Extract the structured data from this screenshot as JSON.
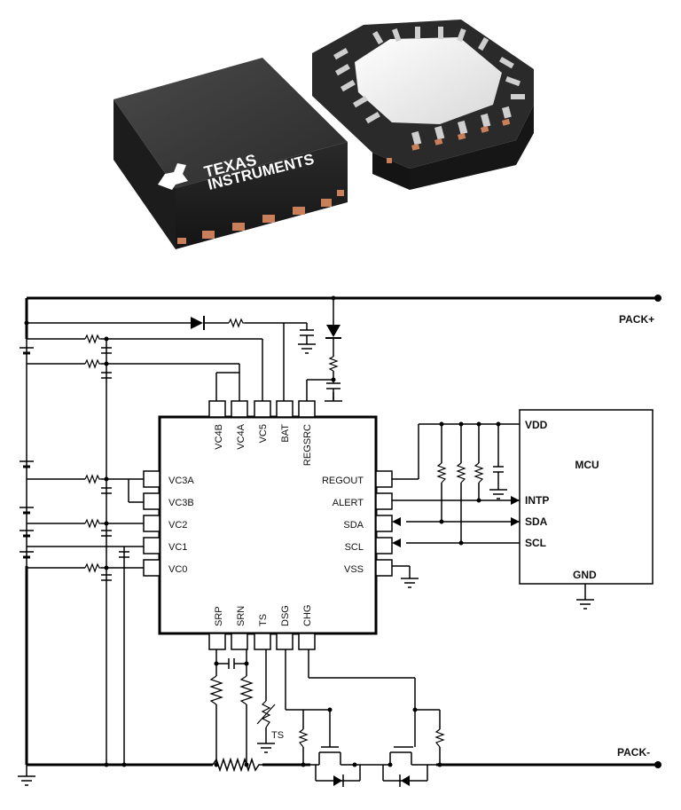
{
  "brand": {
    "line1": "TEXAS",
    "line2": "INSTRUMENTS"
  },
  "rails": {
    "pack_plus": "PACK+",
    "pack_minus": "PACK-"
  },
  "chip": {
    "top_pins": [
      "VC4B",
      "VC4A",
      "VC5",
      "BAT",
      "REGSRC"
    ],
    "left_pins": [
      "VC3A",
      "VC3B",
      "VC2",
      "VC1",
      "VC0"
    ],
    "right_pins": [
      "REGOUT",
      "ALERT",
      "SDA",
      "SCL",
      "VSS"
    ],
    "bottom_pins": [
      "SRP",
      "SRN",
      "TS",
      "DSG",
      "CHG"
    ]
  },
  "mcu": {
    "title": "MCU",
    "pins": [
      "VDD",
      "INTP",
      "SDA",
      "SCL",
      "GND"
    ]
  },
  "thermistor_label": "TS",
  "colors": {
    "package_body": "#2b2b2b",
    "pad": "#c9805a",
    "wire": "#000000"
  }
}
